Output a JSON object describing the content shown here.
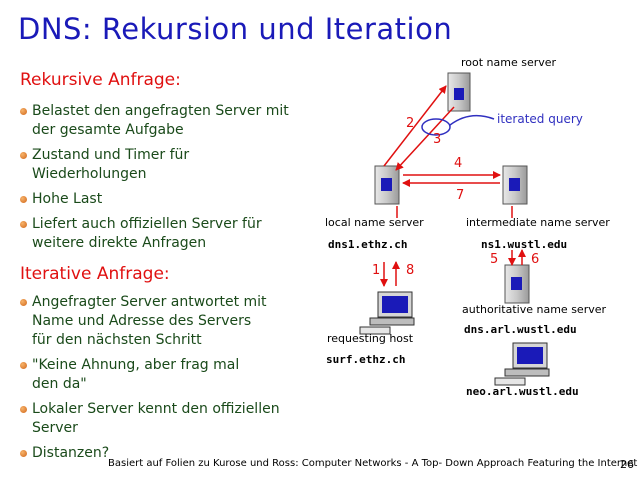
{
  "title": "DNS: Rekursion und Iteration",
  "recursive": {
    "heading": "Rekursive Anfrage:",
    "bullets": [
      "Belastet den angefragten Server mit\nder gesamte Aufgabe",
      "Zustand und Timer für\nWiederholungen",
      "Hohe Last",
      "Liefert auch offiziellen Server für\nweitere direkte Anfragen"
    ]
  },
  "iterative": {
    "heading": "Iterative Anfrage:",
    "bullets": [
      "Angefragter Server antwortet mit\nName und Adresse des Servers\nfür den nächsten Schritt",
      "\"Keine Ahnung, aber frag mal\nden da\"",
      "Lokaler Server kennt den offiziellen\nServer",
      "Distanzen?"
    ]
  },
  "diagram": {
    "root_label": "root name server",
    "iterated_query": "iterated query",
    "local_label": "local name server",
    "local_host": "dns1.ethz.ch",
    "intermediate_label": "intermediate name server",
    "intermediate_host": "ns1.wustl.edu",
    "authoritative_label": "authoritative name server",
    "authoritative_host": "dns.arl.wustl.edu",
    "requesting_label": "requesting host",
    "requesting_host": "surf.ethz.ch",
    "target_host": "neo.arl.wustl.edu",
    "steps": [
      "1",
      "2",
      "3",
      "4",
      "5",
      "6",
      "7",
      "8"
    ]
  },
  "footer": "Basiert auf Folien zu Kurose und Ross: Computer Networks -  A Top- Down Approach Featuring the Internet",
  "page_number": "26",
  "colors": {
    "title": "#1a1ab8",
    "heading": "#e01010",
    "body": "#1a4a1a",
    "arrow": "#e01010",
    "iterated": "#3030c0"
  }
}
